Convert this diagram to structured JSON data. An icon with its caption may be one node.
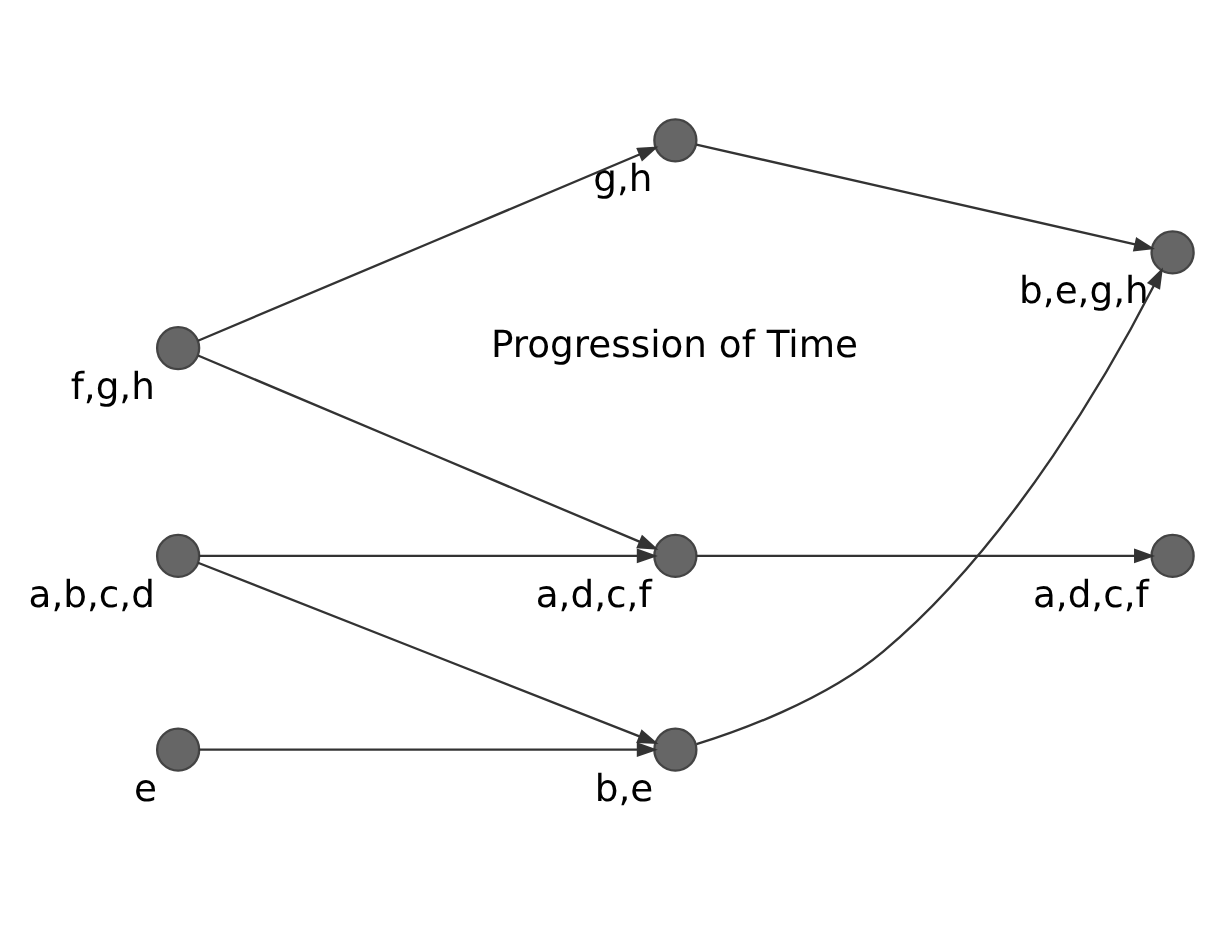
{
  "diagram": {
    "nodes": [
      {
        "text": [],
        "shape": "circle",
        "beside": [
          "a,b,c,d"
        ]
      },
      {
        "text": [],
        "shape": "circle",
        "beside": [
          "e"
        ]
      },
      {
        "text": [],
        "shape": "circle",
        "beside": [
          "f,g,h"
        ]
      },
      {
        "text": [],
        "shape": "circle",
        "beside": [
          "a,d,c,f"
        ]
      },
      {
        "text": [],
        "shape": "circle",
        "beside": [
          "b,e"
        ]
      },
      {
        "text": [],
        "shape": "circle",
        "beside": [
          "g,h"
        ]
      },
      {
        "text": [],
        "shape": "circle",
        "beside": [
          "a,d,c,f"
        ]
      },
      {
        "text": [],
        "shape": "circle",
        "beside": [
          "b,e,g,h"
        ]
      }
    ],
    "edges": [
      {
        "from": 0,
        "to": 3,
        "arrow": "to"
      },
      {
        "from": 0,
        "to": 4,
        "arrow": "to"
      },
      {
        "from": 1,
        "to": 4,
        "arrow": "to"
      },
      {
        "from": 2,
        "to": 3,
        "arrow": "to"
      },
      {
        "from": 2,
        "to": 5,
        "arrow": "to"
      },
      {
        "from": 3,
        "to": 6,
        "arrow": "to"
      },
      {
        "from": 4,
        "to": 7,
        "arrow": "to"
      },
      {
        "from": 5,
        "to": 7,
        "arrow": "to"
      }
    ],
    "labels": [
      "Progression of Time"
    ]
  }
}
